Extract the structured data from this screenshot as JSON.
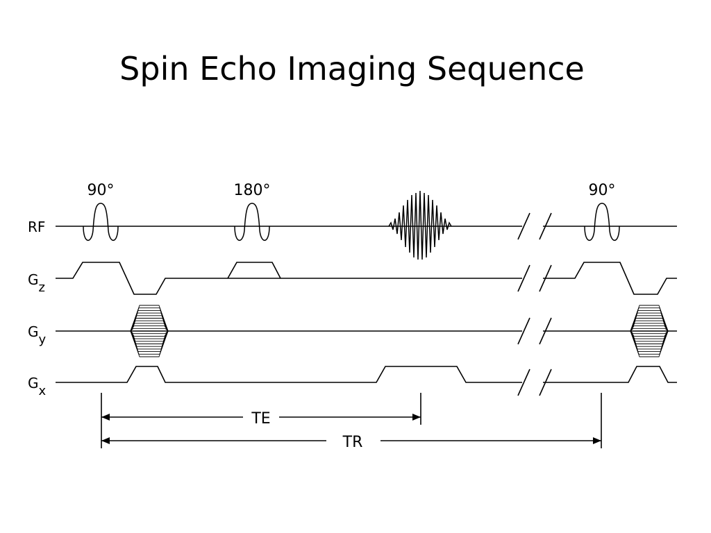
{
  "title": "Spin Echo Imaging Sequence",
  "channels": {
    "rf": "RF",
    "gz": {
      "main": "G",
      "sub": "z"
    },
    "gy": {
      "main": "G",
      "sub": "y"
    },
    "gx": {
      "main": "G",
      "sub": "x"
    }
  },
  "pulses": {
    "first_90": "90°",
    "refocus_180": "180°",
    "second_90": "90°"
  },
  "timings": {
    "te": "TE",
    "tr": "TR"
  },
  "colors": {
    "line": "#000000",
    "background": "#ffffff"
  }
}
